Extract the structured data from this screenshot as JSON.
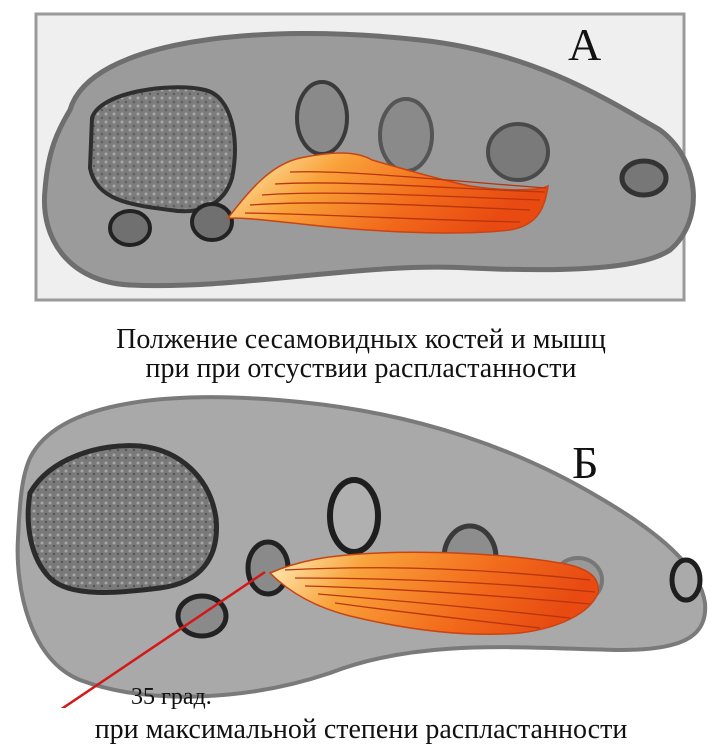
{
  "panel_a": {
    "letter": "А",
    "caption_line1": "Полжение сесамовидных костей и мышц",
    "caption_line2": "при при отсуствии распластанности"
  },
  "panel_b": {
    "letter": "Б",
    "angle_label": "35 град.",
    "caption": "при максимальной степени распластанности"
  },
  "colors": {
    "muscle_orange": "#f26a1b",
    "angle_line_red": "#d11919",
    "bone_gray": "#8c8c8c"
  }
}
